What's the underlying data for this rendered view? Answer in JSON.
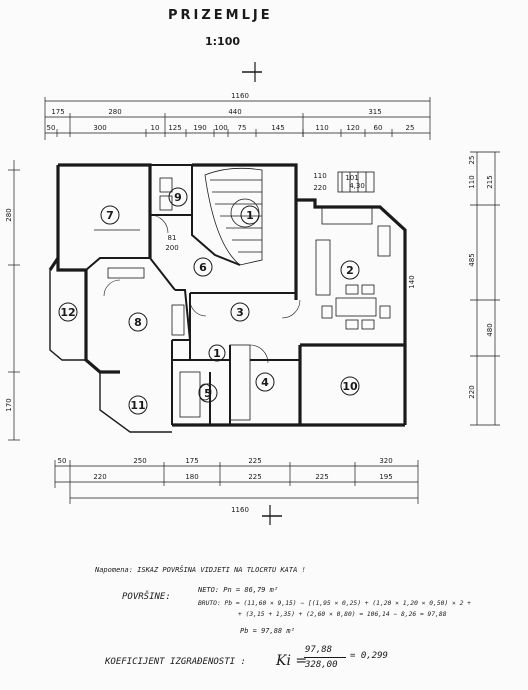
{
  "title": "PRIZEMLJE",
  "scale": "1:100",
  "dimensions": {
    "top_total": "1160",
    "top_row2": [
      "175",
      "280",
      "440",
      "315"
    ],
    "top_row3": [
      "50",
      "300",
      "10",
      "125",
      "190",
      "100",
      "75",
      "145",
      "110",
      "120",
      "60",
      "25"
    ],
    "bottom_total": "1160",
    "bottom_row1": [
      "50",
      "250",
      "175",
      "225",
      "320"
    ],
    "bottom_row2": [
      "220",
      "180",
      "225",
      "225",
      "195"
    ],
    "right_side": [
      "25",
      "110",
      "215",
      "485",
      "480",
      "220"
    ],
    "left_side": [
      "280",
      "170"
    ],
    "misc": [
      "110",
      "220",
      "101",
      "4,30",
      "81",
      "200",
      "140"
    ]
  },
  "rooms": [
    "1",
    "2",
    "3",
    "4",
    "5",
    "6",
    "7",
    "8",
    "9",
    "10",
    "11",
    "12",
    "1"
  ],
  "note": "Napomena: ISKAZ POVRŠINA VIDJETI NA TLOCRTU KATA !",
  "povrsine": {
    "label": "POVRŠINE:",
    "neto": "NETO: Pn = 86,79 m²",
    "bruto_1": "BRUTO: Pb = (11,60 × 9,15) − [(1,95 × 0,25) + (1,20 × 1,20 × 0,50) × 2 +",
    "bruto_2": "+ (3,15 + 1,35) + (2,60 × 0,80) = 106,14 − 8,26 = 97,88",
    "pb": "Pb = 97,88 m²"
  },
  "koeficijent": {
    "label": "KOEFICIJENT IZGRAĐENOSTI :",
    "symbol": "Ki =",
    "numerator": "97,88",
    "denominator": "328,00",
    "result": "= 0,299"
  }
}
